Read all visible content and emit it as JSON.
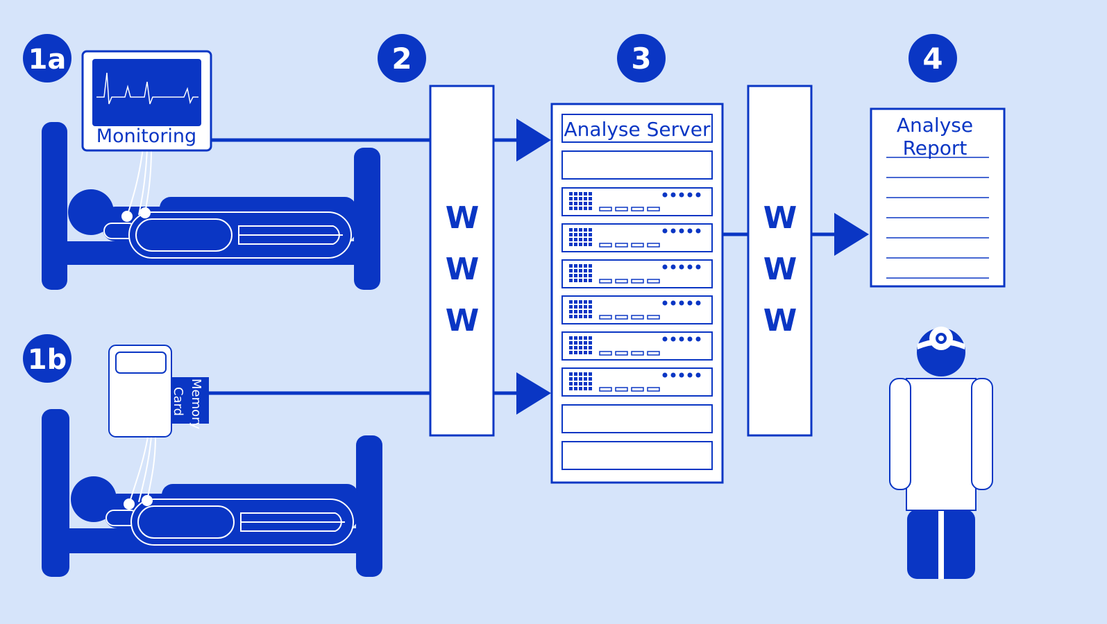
{
  "colors": {
    "background": "#d6e4fa",
    "primary": "#0a36c4",
    "white": "#ffffff"
  },
  "steps": {
    "step_1a": "1a",
    "step_1b": "1b",
    "step_2": "2",
    "step_3": "3",
    "step_4": "4"
  },
  "monitor": {
    "label": "Monitoring"
  },
  "memory_card": {
    "line1": "Memory",
    "line2": "Card"
  },
  "www_left": [
    "W",
    "W",
    "W"
  ],
  "www_right": [
    "W",
    "W",
    "W"
  ],
  "server": {
    "title": "Analyse Server"
  },
  "report": {
    "title_line1": "Analyse",
    "title_line2": "Report"
  },
  "icons": [
    "monitor-icon",
    "holter-recorder-icon",
    "bed-icon",
    "patient-icon",
    "server-rack-icon",
    "document-icon",
    "doctor-icon",
    "arrow-right-icon"
  ]
}
